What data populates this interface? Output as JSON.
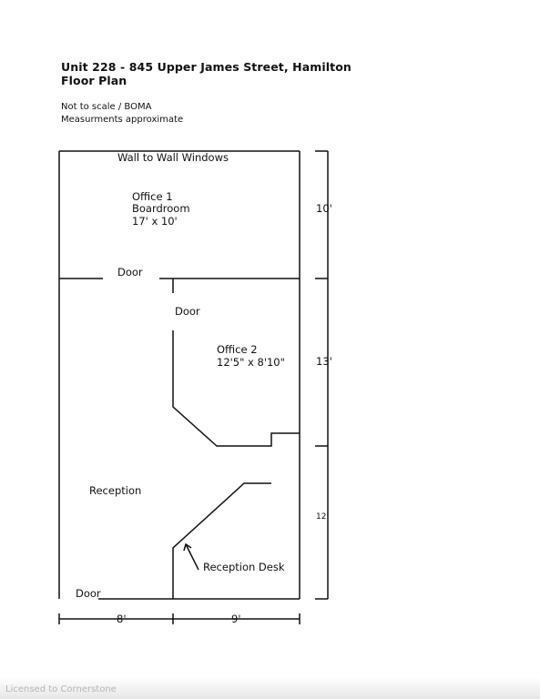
{
  "header": {
    "title_line1": "Unit 228 - 845 Upper James Street, Hamilton",
    "title_line2": "Floor Plan",
    "note1": "Not to scale / BOMA",
    "note2": "Measurments approximate"
  },
  "plan": {
    "windows_label": "Wall to Wall Windows",
    "office1": {
      "name": "Office 1",
      "use": "Boardroom",
      "size": "17' x 10'"
    },
    "office2": {
      "name": "Office 2",
      "size": "12'5\" x 8'10\""
    },
    "door_office1": "Door",
    "door_office2": "Door",
    "door_entry": "Door",
    "reception": "Reception",
    "reception_desk": "Reception Desk",
    "dims_vertical": [
      "10'",
      "13'",
      "12'"
    ],
    "dims_horizontal": [
      "8'",
      "9'"
    ]
  },
  "footer": {
    "license": "Licensed to Cornerstone"
  }
}
